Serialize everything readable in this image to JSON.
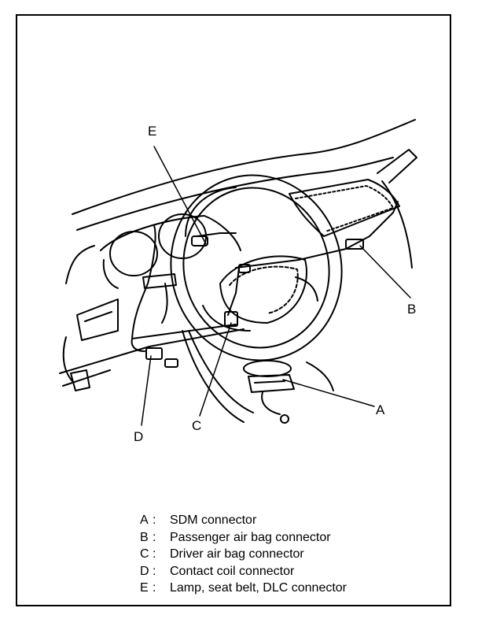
{
  "callouts": {
    "A": "A",
    "B": "B",
    "C": "C",
    "D": "D",
    "E": "E"
  },
  "legend": [
    {
      "key": "A",
      "sep": ":",
      "text": "SDM connector"
    },
    {
      "key": "B",
      "sep": ":",
      "text": "Passenger air bag connector"
    },
    {
      "key": "C",
      "sep": ":",
      "text": "Driver air bag connector"
    },
    {
      "key": "D",
      "sep": ":",
      "text": "Contact coil connector"
    },
    {
      "key": "E",
      "sep": ":",
      "text": "Lamp, seat belt, DLC connector"
    }
  ],
  "colors": {
    "ink": "#000000",
    "paper": "#ffffff"
  }
}
